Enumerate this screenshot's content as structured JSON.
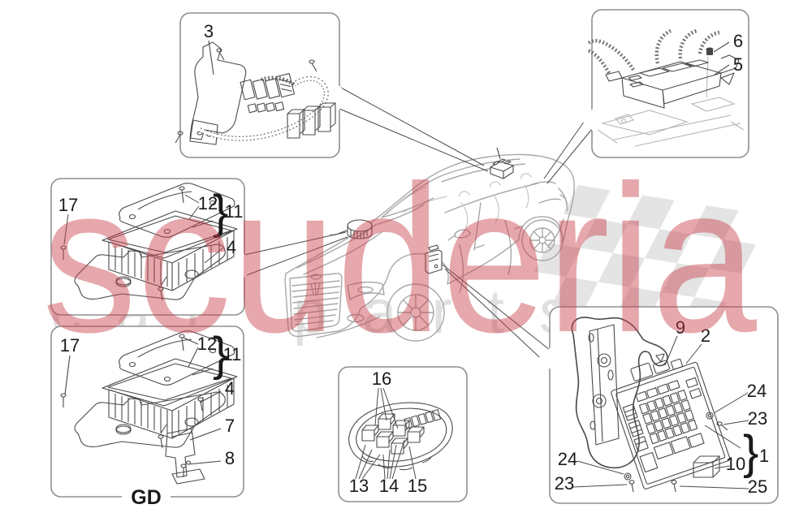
{
  "watermark": {
    "brand_text": "scuderia",
    "brand_color": "#c9404a",
    "sub_text": "car parts",
    "sub_color": "#e0e0e0"
  },
  "flag": {
    "color": "#e4e4e4"
  },
  "artwork": {
    "car_line_color": "#a8a8a8",
    "interior_line_color": "#c6c6c6",
    "part_line_color": "#4a4a4a",
    "panel_line_color": "#b5b5b5",
    "box_border_color": "#8f8f8f",
    "label_color": "#1a1a1a"
  },
  "brace_glyph": "}",
  "boxes": {
    "top_left": {
      "labels": {
        "n3": "3"
      }
    },
    "top_right": {
      "labels": {
        "n6": "6",
        "n5": "5"
      }
    },
    "mid_left": {
      "labels": {
        "n17": "17",
        "n12": "12",
        "n11": "11",
        "n4": "4"
      }
    },
    "bottom_left": {
      "variant": "GD",
      "labels": {
        "n17": "17",
        "n12": "12",
        "n11": "11",
        "n4": "4",
        "n7": "7",
        "n8": "8"
      }
    },
    "bottom_middle": {
      "labels": {
        "n16": "16",
        "n13": "13",
        "n14": "14",
        "n15": "15"
      }
    },
    "bottom_right": {
      "labels": {
        "n9": "9",
        "n2": "2",
        "n24r": "24",
        "n23r": "23",
        "n1": "1",
        "n10": "10",
        "n24b": "24",
        "n23b": "23",
        "n25": "25"
      }
    }
  }
}
